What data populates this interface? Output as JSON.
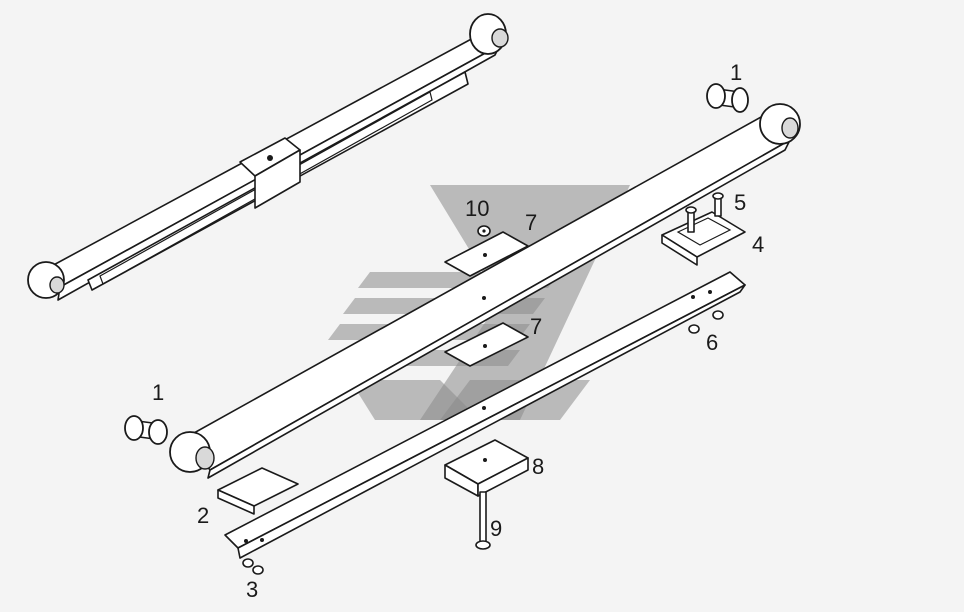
{
  "callouts": {
    "c1_top": "1",
    "c1_left": "1",
    "c2": "2",
    "c3": "3",
    "c4": "4",
    "c5": "5",
    "c6": "6",
    "c7_top": "7",
    "c7_mid": "7",
    "c8": "8",
    "c9": "9",
    "c10": "10"
  },
  "colors": {
    "line": "#1a1a1a",
    "background": "#f4f4f4",
    "watermark": "#8a8a8a"
  }
}
